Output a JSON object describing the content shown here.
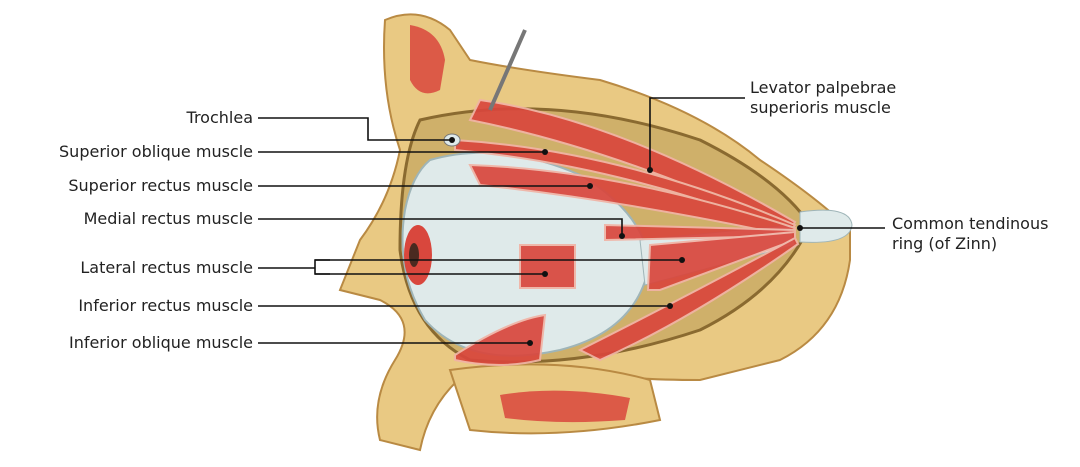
{
  "labels": {
    "trochlea": "Trochlea",
    "superior_oblique": "Superior oblique muscle",
    "superior_rectus": "Superior rectus muscle",
    "medial_rectus": "Medial rectus muscle",
    "lateral_rectus": "Lateral rectus muscle",
    "inferior_rectus": "Inferior rectus muscle",
    "inferior_oblique": "Inferior oblique muscle",
    "levator_line1": "Levator palpebrae",
    "levator_line2": "superioris muscle",
    "ring_line1": "Common tendinous",
    "ring_line2": "ring (of Zinn)"
  },
  "colors": {
    "bone": "#e9c983",
    "bone_dark": "#c99a4f",
    "muscle": "#d9473d",
    "muscle_light": "#f1b3a5",
    "eyeball": "#dfeaea",
    "fat": "#cfb06a",
    "leader": "#111111"
  }
}
